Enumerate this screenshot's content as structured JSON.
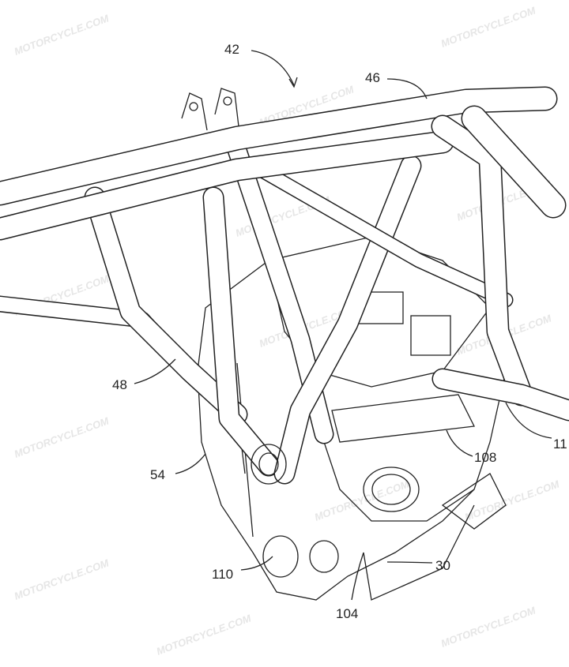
{
  "figure": {
    "watermark": "MOTORCYCLE.COM",
    "labels": {
      "frame": "42",
      "top_tube": "46",
      "down_tube": "48",
      "side_member": "54",
      "cylinder_head": "108",
      "right_edge": "11",
      "mount": "110",
      "port": "104",
      "engine": "30"
    }
  }
}
